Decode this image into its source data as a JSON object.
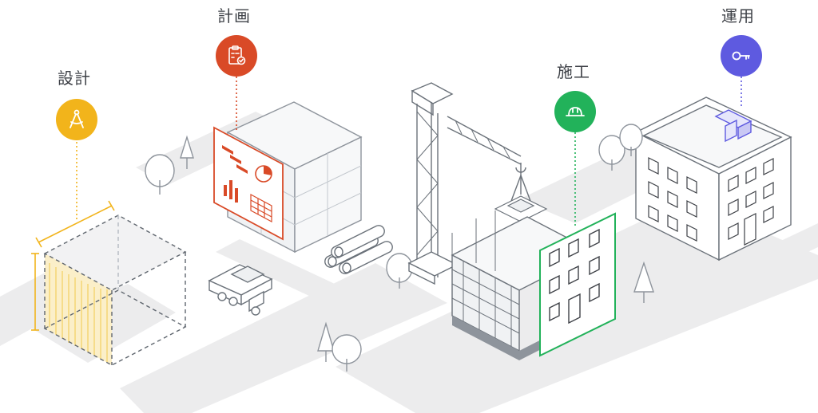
{
  "stages": [
    {
      "id": "design",
      "label": "設計",
      "color": "#f2b41b",
      "icon": "drafting-compass-icon"
    },
    {
      "id": "plan",
      "label": "計画",
      "color": "#d94a27",
      "icon": "checklist-clipboard-icon"
    },
    {
      "id": "construction",
      "label": "施工",
      "color": "#22b25a",
      "icon": "hard-hat-icon"
    },
    {
      "id": "operation",
      "label": "運用",
      "color": "#5e5ae0",
      "icon": "key-icon"
    }
  ],
  "colors": {
    "road": "#ececed",
    "line": "#8e949c",
    "line_dark": "#5f666e",
    "fill_light": "#f7f8f9"
  }
}
